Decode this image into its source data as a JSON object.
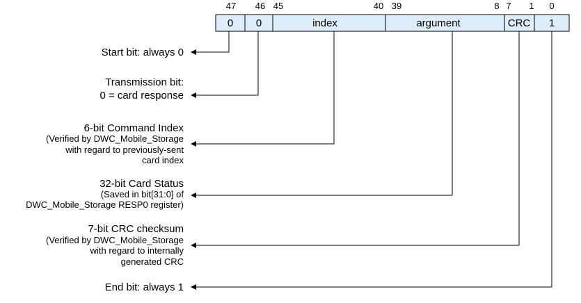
{
  "bit_numbers": [
    "47",
    "46",
    "45",
    "40",
    "39",
    "8",
    "7",
    "1",
    "0"
  ],
  "fields": [
    "0",
    "0",
    "index",
    "argument",
    "CRC",
    "1"
  ],
  "colors": {
    "field_fill": "#ddeefa",
    "stroke": "#000000"
  },
  "labels": [
    {
      "lines": [
        "Start bit: always 0"
      ]
    },
    {
      "lines": [
        "Transmission bit:",
        "0 = card response"
      ]
    },
    {
      "lines": [
        "6-bit Command Index",
        "(Verified by DWC_Mobile_Storage",
        "with regard to previously-sent",
        "card index"
      ]
    },
    {
      "lines": [
        "32-bit Card Status",
        "(Saved in bit[31:0] of",
        "DWC_Mobile_Storage RESP0 register)"
      ]
    },
    {
      "lines": [
        "7-bit CRC checksum",
        "(Verified by DWC_Mobile_Storage",
        "with regard to internally",
        "generated CRC"
      ]
    },
    {
      "lines": [
        "End bit: always 1"
      ]
    }
  ]
}
